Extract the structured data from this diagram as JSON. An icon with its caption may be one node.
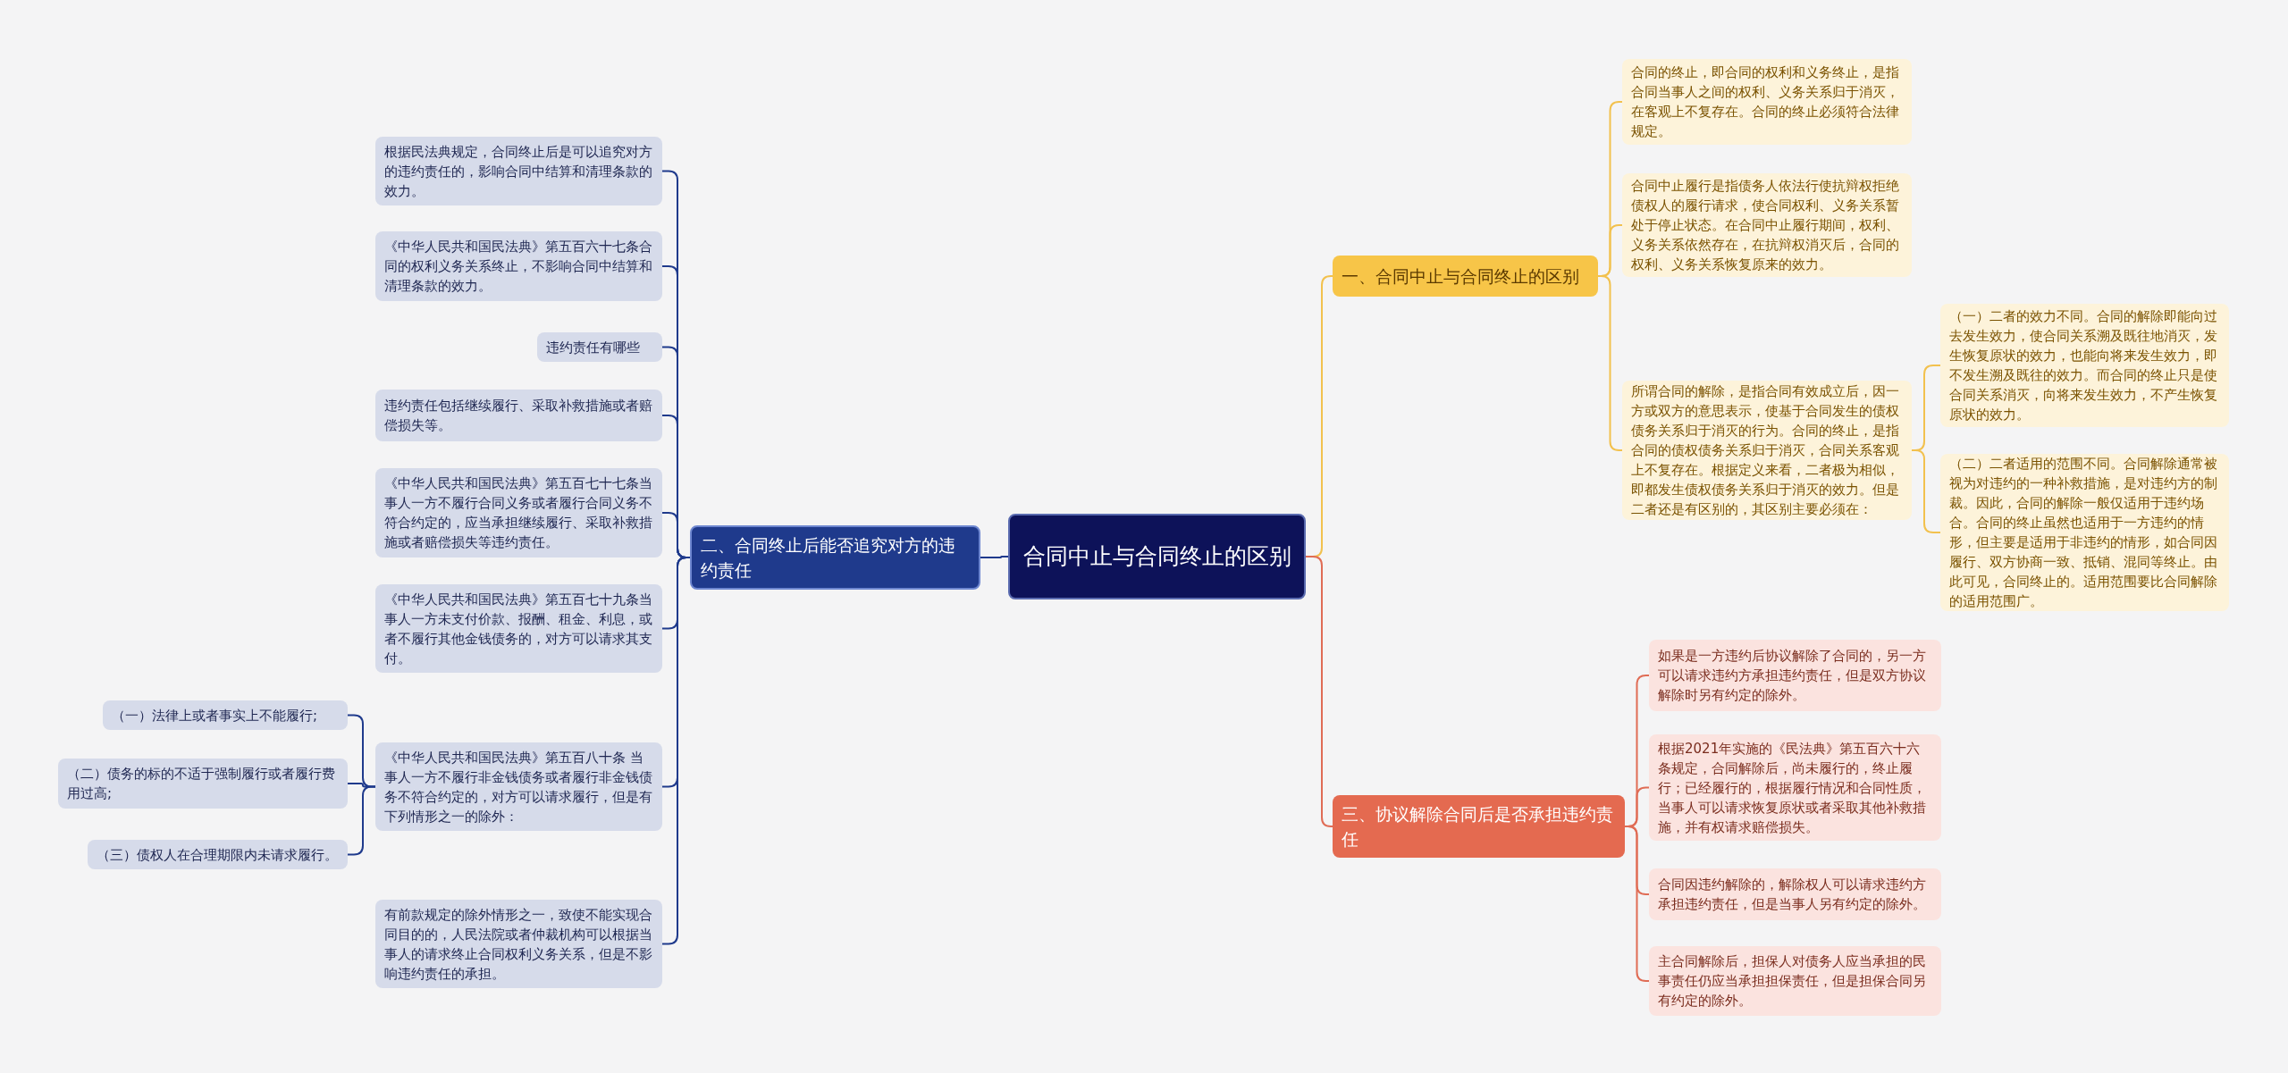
{
  "diagram": {
    "nodes": [
      {
        "text": [
          "合同中止与合同终止的区别"
        ]
      },
      {
        "text": [
          "一、合同中止与合同终止的区别"
        ]
      },
      {
        "text": [
          "二、合同终止后能否追究对方的违约责任"
        ]
      },
      {
        "text": [
          "三、协议解除合同后是否承担违约责任"
        ]
      },
      {
        "text": [
          "合同的终止，即合同的权利和义务终止，是指合同当事人之间的权利、义务关系归于消灭，在客观上不复存在。合同的终止必须符合法律规定。"
        ]
      },
      {
        "text": [
          "合同中止履行是指债务人依法行使抗辩权拒绝债权人的履行请求，使合同权利、义务关系暂处于停止状态。在合同中止履行期间，权利、义务关系依然存在，在抗辩权消灭后，合同的权利、义务关系恢复原来的效力。"
        ]
      },
      {
        "text": [
          "所谓合同的解除，是指合同有效成立后，因一方或双方的意思表示，使基于合同发生的债权债务关系归于消灭的行为。合同的终止，是指合同的债权债务关系归于消灭，合同关系客观上不复存在。根据定义来看，二者极为相似，即都发生债权债务关系归于消灭的效力。但是二者还是有区别的，其区别主要必须在："
        ]
      },
      {
        "text": [
          "（一）二者的效力不同。合同的解除即能向过去发生效力，使合同关系溯及既往地消灭，发生恢复原状的效力，也能向将来发生效力，即不发生溯及既往的效力。而合同的终止只是使合同关系消灭，向将来发生效力，不产生恢复原状的效力。"
        ]
      },
      {
        "text": [
          "（二）二者适用的范围不同。合同解除通常被视为对违约的一种补救措施，是对违约方的制裁。因此，合同的解除一般仅适用于违约场合。合同的终止虽然也适用于一方违约的情形，但主要是适用于非违约的情形，如合同因履行、双方协商一致、抵销、混同等终止。由此可见，合同终止的。适用范围要比合同解除的适用范围广。"
        ]
      },
      {
        "text": [
          "如果是一方违约后协议解除了合同的，另一方可以请求违约方承担违约责任，但是双方协议解除时另有约定的除外。"
        ]
      },
      {
        "text": [
          "根据2021年实施的《民法典》第五百六十六条规定，合同解除后，尚未履行的，终止履行；已经履行的，根据履行情况和合同性质，当事人可以请求恢复原状或者采取其他补救措施，并有权请求赔偿损失。"
        ]
      },
      {
        "text": [
          "合同因违约解除的，解除权人可以请求违约方承担违约责任，但是当事人另有约定的除外。"
        ]
      },
      {
        "text": [
          "主合同解除后，担保人对债务人应当承担的民事责任仍应当承担担保责任，但是担保合同另有约定的除外。"
        ]
      },
      {
        "text": [
          "根据民法典规定，合同终止后是可以追究对方的违约责任的，影响合同中结算和清理条款的效力。"
        ]
      },
      {
        "text": [
          "《中华人民共和国民法典》第五百六十七条合同的权利义务关系终止，不影响合同中结算和清理条款的效力。"
        ]
      },
      {
        "text": [
          "违约责任有哪些"
        ]
      },
      {
        "text": [
          "违约责任包括继续履行、采取补救措施或者赔偿损失等。"
        ]
      },
      {
        "text": [
          "《中华人民共和国民法典》第五百七十七条当事人一方不履行合同义务或者履行合同义务不符合约定的，应当承担继续履行、采取补救措施或者赔偿损失等违约责任。"
        ]
      },
      {
        "text": [
          "《中华人民共和国民法典》第五百七十九条当事人一方未支付价款、报酬、租金、利息，或者不履行其他金钱债务的，对方可以请求其支付。"
        ]
      },
      {
        "text": [
          "《中华人民共和国民法典》第五百八十条 当事人一方不履行非金钱债务或者履行非金钱债务不符合约定的，对方可以请求履行，但是有下列情形之一的除外："
        ]
      },
      {
        "text": [
          "有前款规定的除外情形之一，致使不能实现合同目的的，人民法院或者仲裁机构可以根据当事人的请求终止合同权利义务关系，但是不影响违约责任的承担。"
        ]
      },
      {
        "text": [
          "（一）法律上或者事实上不能履行;"
        ]
      },
      {
        "text": [
          "（二）债务的标的不适于强制履行或者履行费用过高;"
        ]
      },
      {
        "text": [
          "（三）债权人在合理期限内未请求履行。"
        ]
      }
    ],
    "edges": [
      {
        "from": 0,
        "to": 1,
        "arrow": "none",
        "color": "#f2c14e"
      },
      {
        "from": 0,
        "to": 2,
        "arrow": "none"
      },
      {
        "from": 0,
        "to": 3,
        "arrow": "none",
        "color": "#e06c55"
      },
      {
        "from": 1,
        "to": 4,
        "arrow": "none",
        "color": "#f2c14e"
      },
      {
        "from": 1,
        "to": 5,
        "arrow": "none",
        "color": "#f2c14e"
      },
      {
        "from": 1,
        "to": 6,
        "arrow": "none",
        "color": "#f2c14e"
      },
      {
        "from": 6,
        "to": 7,
        "arrow": "none",
        "color": "#f2c14e"
      },
      {
        "from": 6,
        "to": 8,
        "arrow": "none",
        "color": "#f2c14e"
      },
      {
        "from": 3,
        "to": 9,
        "arrow": "none",
        "color": "#e06c55"
      },
      {
        "from": 3,
        "to": 10,
        "arrow": "none",
        "color": "#e06c55"
      },
      {
        "from": 3,
        "to": 11,
        "arrow": "none",
        "color": "#e06c55"
      },
      {
        "from": 3,
        "to": 12,
        "arrow": "none",
        "color": "#e06c55"
      },
      {
        "from": 2,
        "to": 13,
        "arrow": "none"
      },
      {
        "from": 2,
        "to": 14,
        "arrow": "none"
      },
      {
        "from": 2,
        "to": 15,
        "arrow": "none"
      },
      {
        "from": 2,
        "to": 16,
        "arrow": "none"
      },
      {
        "from": 2,
        "to": 17,
        "arrow": "none"
      },
      {
        "from": 2,
        "to": 18,
        "arrow": "none"
      },
      {
        "from": 2,
        "to": 19,
        "arrow": "none"
      },
      {
        "from": 2,
        "to": 20,
        "arrow": "none"
      },
      {
        "from": 19,
        "to": 21,
        "arrow": "none"
      },
      {
        "from": 19,
        "to": 22,
        "arrow": "none"
      },
      {
        "from": 19,
        "to": 23,
        "arrow": "none"
      }
    ]
  }
}
